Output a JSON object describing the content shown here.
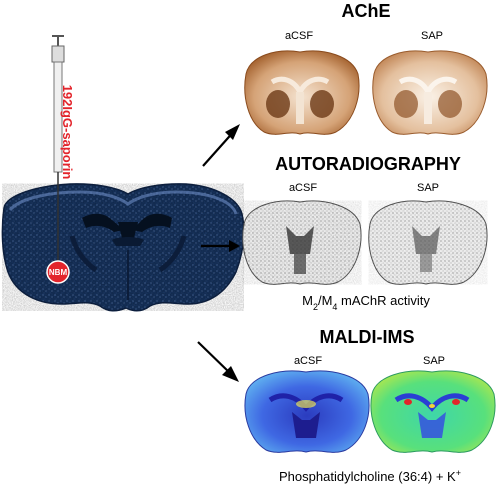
{
  "left_panel": {
    "syringe_label": "192IgG-saporin",
    "injection_site_label": "NBM"
  },
  "colors": {
    "syringe_text": "#e3242b",
    "ache_stain": "#b5733f",
    "nissl_background": "#1d3a66",
    "maldi_acsf": "#3f5fe0",
    "maldi_sap": "#4fe08a"
  },
  "panels": [
    {
      "title": "AChE",
      "left_label": "aCSF",
      "right_label": "SAP",
      "caption_base": ""
    },
    {
      "title": "AUTORADIOGRAPHY",
      "left_label": "aCSF",
      "right_label": "SAP",
      "caption_base": "M",
      "caption_sub1": "2",
      "caption_mid": "/M",
      "caption_sub2": "4",
      "caption_end": " mAChR activity"
    },
    {
      "title": "MALDI-IMS",
      "left_label": "aCSF",
      "right_label": "SAP",
      "caption_base": "Phosphatidylcholine (36:4) + K",
      "caption_sup": "+"
    }
  ]
}
